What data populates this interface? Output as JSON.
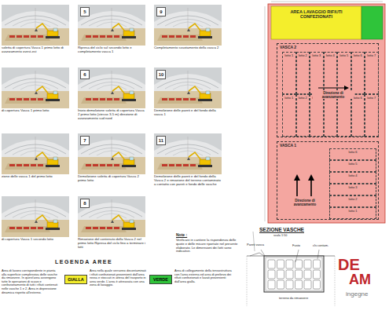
{
  "diagram": {
    "nodes": [
      {
        "text": [
          "soletta di copertura Vasca 1 primo lotto di avanzamento ovest-est"
        ]
      },
      {
        "text": [
          "di copertura Vasca 1 primo lotto"
        ]
      },
      {
        "text": [
          "zione delle vasca 1 del primo lotto"
        ]
      },
      {
        "text": [
          "di copertura Vasca 1 secondo lotto"
        ]
      },
      {
        "text": [
          "5",
          "Ripresa del ciclo sul secondo lotto e completamento vasca 1"
        ]
      },
      {
        "text": [
          "6",
          "Inizio demolizione soletta di copertura Vasca 2 primo lotto (stesso 3-5 m) direzione di avanzamento sud nord"
        ]
      },
      {
        "text": [
          "7",
          "Demolizione soletta di copertura Vasca 2 primo lotto"
        ]
      },
      {
        "text": [
          "8",
          "Rimozione del contenuto della Vasca 2 nel primo lotto Ripresa del ciclo fino a terminare i lotti"
        ]
      },
      {
        "text": [
          "9",
          "Completamento svuotamento della vasca 2"
        ]
      },
      {
        "text": [
          "10",
          "Demolizione delle pareti e del fondo della vasca 1"
        ]
      },
      {
        "text": [
          "11",
          "Demolizione delle pareti e del fondo della Vasca 2 e rimozione del terreno contaminato a contatto con pareti e fondo delle vasche"
        ]
      },
      {
        "text": [
          "AREA LAVAGGIO RIFIUTI CONFEZIONATI"
        ]
      },
      {
        "text": [
          "VASCA 2"
        ]
      },
      {
        "text": [
          "lotto 1"
        ],
        "in": 12
      },
      {
        "text": [
          "lotto 2"
        ],
        "in": 12
      },
      {
        "text": [
          "lotto 3"
        ],
        "in": 12
      },
      {
        "text": [
          "lotto 4"
        ],
        "in": 12
      },
      {
        "text": [
          "lotto 5"
        ],
        "in": 12
      },
      {
        "text": [
          "lotto 6"
        ],
        "in": 12
      },
      {
        "text": [
          "lotto 7"
        ],
        "in": 12
      },
      {
        "text": [
          "lotto 1"
        ],
        "in": 12
      },
      {
        "text": [
          "lotto 2"
        ],
        "in": 12
      },
      {
        "text": [
          "lotto 3"
        ],
        "in": 12
      },
      {
        "text": [
          "lotto 4"
        ],
        "in": 12
      },
      {
        "text": [
          "lotto 5"
        ],
        "in": 12
      },
      {
        "text": [
          "lotto 6"
        ],
        "in": 12
      },
      {
        "text": [
          "lotto 7"
        ],
        "in": 12
      },
      {
        "text": [
          "VASCA 1"
        ]
      },
      {
        "text": [
          "lotto 6"
        ],
        "in": 27
      },
      {
        "text": [
          "lotto 5"
        ],
        "in": 27
      },
      {
        "text": [
          "lotto 4"
        ],
        "in": 27
      },
      {
        "text": [
          "lotto 3"
        ],
        "in": 27
      },
      {
        "text": [
          "lotto 2"
        ],
        "in": 27
      },
      {
        "text": [
          "lotto 1"
        ],
        "in": 27
      }
    ],
    "labels": [
      "Direzione di avanzamento",
      "Direzione di avanzamento",
      "Note :",
      "Verificare in cantiere la rispondenza delle quote e delle misure riportate nel presente elaborato. Le dimensioni dei lotti sono indicative.",
      "SEZIONE VASCHE",
      "scala 1:50",
      "Pareti vasca",
      "Fusto",
      "cls contam.",
      "terreno da rimuovere",
      "LEGENDA AREE",
      "Area di lavoro corrispondente in pianta alla superficie complessiva delle vasche da rimuovere. In quest'area avvengono tutte le operazioni di scavo e confezionamento di tutti i rifiuti contenuti nelle vasche 1 e 2. Area in depressione dinamica rispetto all'esterno.",
      "Area nella quale verranno decontaminati i rifiuti confezionati provenienti dall'area rossa e stoccati in attesa del trasporto in area verde. L'area è attrezzata con una zona di lavaggio.",
      "Area di collegamento della tensostruttura con l'area esterna ed area di prelievo dei rifiuti confezionati e lavati provenienti dall'area gialla.",
      "DE",
      "AM",
      "ingegne"
    ],
    "legend": [
      {
        "text": "GIALLA",
        "color": "#f4ee2c"
      },
      {
        "text": "VERDE",
        "color": "#2fc43a"
      }
    ]
  }
}
